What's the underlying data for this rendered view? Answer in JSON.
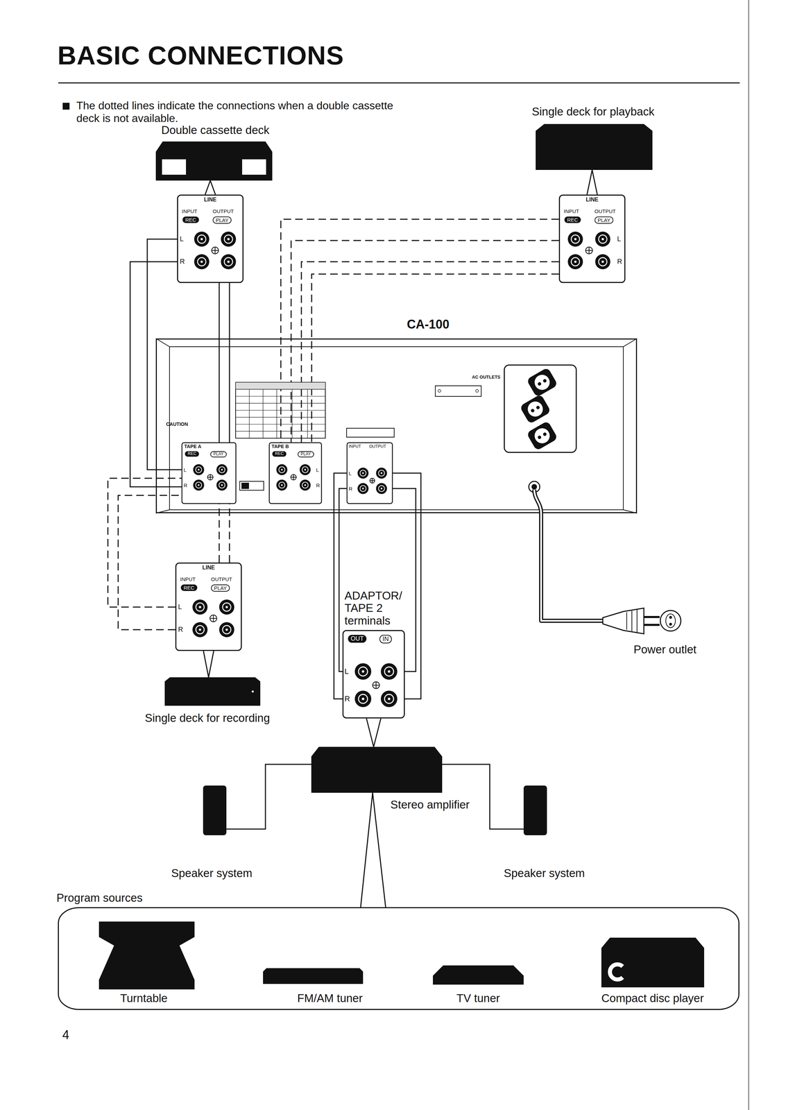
{
  "diagram": {
    "title": "BASIC CONNECTIONS",
    "nodes": [
      {
        "text": [
          "Double cassette deck"
        ]
      },
      {
        "text": [
          "Single deck for playback"
        ]
      },
      {
        "text": [
          "LINE",
          "INPUT",
          "OUTPUT",
          "REC",
          "PLAY",
          "L",
          "R"
        ]
      },
      {
        "text": [
          "LINE",
          "INPUT",
          "OUTPUT",
          "REC",
          "PLAY",
          "L",
          "R"
        ]
      },
      {
        "text": [
          "CA-100"
        ]
      },
      {
        "text": [
          "TAPE A",
          "REC",
          "PLAY",
          "L",
          "R"
        ],
        "in": 4
      },
      {
        "text": [
          "TAPE B",
          "REC",
          "PLAY",
          "L",
          "R"
        ],
        "in": 4
      },
      {
        "text": [
          "INPUT",
          "OUTPUT",
          "L",
          "R"
        ],
        "in": 4
      },
      {
        "text": [
          "AC OUTLETS"
        ],
        "in": 4
      },
      {
        "text": [
          "LINE",
          "INPUT",
          "OUTPUT",
          "REC",
          "PLAY",
          "L",
          "R"
        ]
      },
      {
        "text": [
          "Single deck for recording"
        ]
      },
      {
        "text": [
          "ADAPTOR/ TAPE 2 terminals",
          "OUT",
          "IN",
          "L",
          "R"
        ]
      },
      {
        "text": [
          "Power outlet"
        ]
      },
      {
        "text": [
          "Stereo amplifier"
        ]
      },
      {
        "text": [
          "Speaker system"
        ]
      },
      {
        "text": [
          "Speaker system"
        ]
      },
      {
        "text": [
          "Program sources"
        ]
      },
      {
        "text": [
          "Turntable"
        ],
        "in": 16
      },
      {
        "text": [
          "FM/AM tuner"
        ],
        "in": 16
      },
      {
        "text": [
          "TV tuner"
        ],
        "in": 16
      },
      {
        "text": [
          "Compact disc player"
        ],
        "in": 16
      }
    ],
    "edges": [
      {
        "from": 0,
        "to": 2,
        "arrow": "none"
      },
      {
        "from": 1,
        "to": 3,
        "arrow": "none"
      },
      {
        "from": 2,
        "to": 5,
        "arrow": "none"
      },
      {
        "from": 3,
        "to": 6,
        "arrow": "none"
      },
      {
        "from": 9,
        "to": 5,
        "arrow": "none"
      },
      {
        "from": 9,
        "to": 10,
        "arrow": "none"
      },
      {
        "from": 7,
        "to": 11,
        "arrow": "none"
      },
      {
        "from": 11,
        "to": 13,
        "arrow": "none"
      },
      {
        "from": 13,
        "to": 14,
        "arrow": "none"
      },
      {
        "from": 13,
        "to": 15,
        "arrow": "none"
      },
      {
        "from": 16,
        "to": 13,
        "arrow": "none"
      },
      {
        "from": 4,
        "to": 12,
        "arrow": "none"
      }
    ],
    "labels": [
      "The dotted lines indicate the connections when a double cassette deck is not available.",
      "CAUTION",
      "4"
    ]
  }
}
